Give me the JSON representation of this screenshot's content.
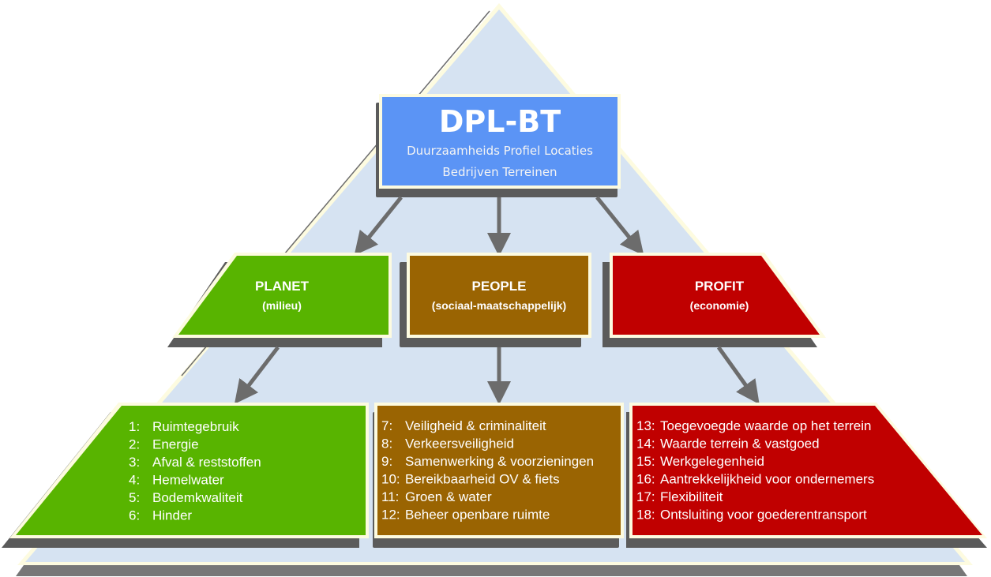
{
  "colors": {
    "pyramid_fill": "#d6e3f2",
    "pyramid_border": "#fdfbe0",
    "shadow": "#5b5b5b",
    "shadow_light": "#777777",
    "arrow": "#6c6c6c",
    "header": "#5b94f5",
    "planet": "#58b400",
    "people": "#9a6402",
    "profit": "#c00000",
    "text": "#ffffff"
  },
  "header": {
    "title": "DPL-BT",
    "subtitle_line1": "Duurzaamheids Profiel Locaties",
    "subtitle_line2": "Bedrijven Terreinen"
  },
  "categories": [
    {
      "key": "planet",
      "title": "PLANET",
      "subtitle": "(milieu)"
    },
    {
      "key": "people",
      "title": "PEOPLE",
      "subtitle": "(sociaal-maatschappelijk)"
    },
    {
      "key": "profit",
      "title": "PROFIT",
      "subtitle": "(economie)"
    }
  ],
  "indicators": {
    "planet": [
      {
        "num": "1:",
        "label": "Ruimtegebruik"
      },
      {
        "num": "2:",
        "label": "Energie"
      },
      {
        "num": "3:",
        "label": "Afval & reststoffen"
      },
      {
        "num": "4:",
        "label": "Hemelwater"
      },
      {
        "num": "5:",
        "label": "Bodemkwaliteit"
      },
      {
        "num": "6:",
        "label": "Hinder"
      }
    ],
    "people": [
      {
        "num": "7:",
        "label": "Veiligheid & criminaliteit"
      },
      {
        "num": "8:",
        "label": "Verkeersveiligheid"
      },
      {
        "num": "9:",
        "label": "Samenwerking & voorzieningen"
      },
      {
        "num": "10:",
        "label": "Bereikbaarheid OV & fiets"
      },
      {
        "num": "11:",
        "label": "Groen & water"
      },
      {
        "num": "12:",
        "label": "Beheer openbare ruimte"
      }
    ],
    "profit": [
      {
        "num": "13:",
        "label": "Toegevoegde waarde op het terrein"
      },
      {
        "num": "14:",
        "label": "Waarde terrein & vastgoed"
      },
      {
        "num": "15:",
        "label": "Werkgelegenheid"
      },
      {
        "num": "16:",
        "label": "Aantrekkelijkheid voor ondernemers"
      },
      {
        "num": "17:",
        "label": "Flexibiliteit"
      },
      {
        "num": "18:",
        "label": "Ontsluiting voor goederentransport"
      }
    ]
  }
}
